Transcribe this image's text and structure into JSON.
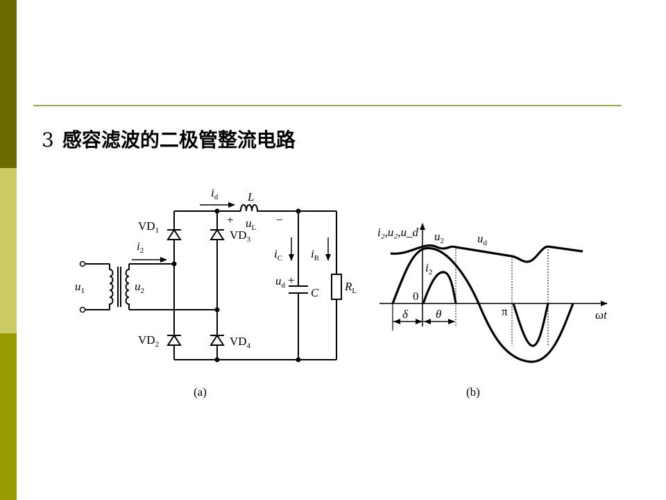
{
  "slide": {
    "number": "3",
    "title": "感容滤波的二极管整流电路"
  },
  "circuit": {
    "caption": "(a)",
    "vd1": "VD",
    "vd1_sub": "1",
    "vd2": "VD",
    "vd2_sub": "2",
    "vd3": "VD",
    "vd3_sub": "3",
    "vd4": "VD",
    "vd4_sub": "4",
    "id_main": "i",
    "id_sub": "d",
    "inductor": "L",
    "ul_main": "u",
    "ul_sub": "L",
    "plus_l": "+",
    "minus_l": "−",
    "i2_main": "i",
    "i2_sub": "2",
    "u1_main": "u",
    "u1_sub": "1",
    "u2_main": "u",
    "u2_sub": "2",
    "ic_main": "i",
    "ic_sub": "C",
    "ir_main": "i",
    "ir_sub": "R",
    "ud_main": "u",
    "ud_sub": "d",
    "plus_c": "+",
    "capacitor": "C",
    "rl_main": "R",
    "rl_sub": "L"
  },
  "waveform": {
    "caption": "(b)",
    "axis_y_label": "i₂,u₂,u_d",
    "u2_main": "u",
    "u2_sub": "2",
    "ud_main": "u",
    "ud_sub": "d",
    "i2_main": "i",
    "i2_sub": "2",
    "origin": "0",
    "delta": "δ",
    "theta": "θ",
    "pi": "π",
    "omega_t": "ωt"
  }
}
